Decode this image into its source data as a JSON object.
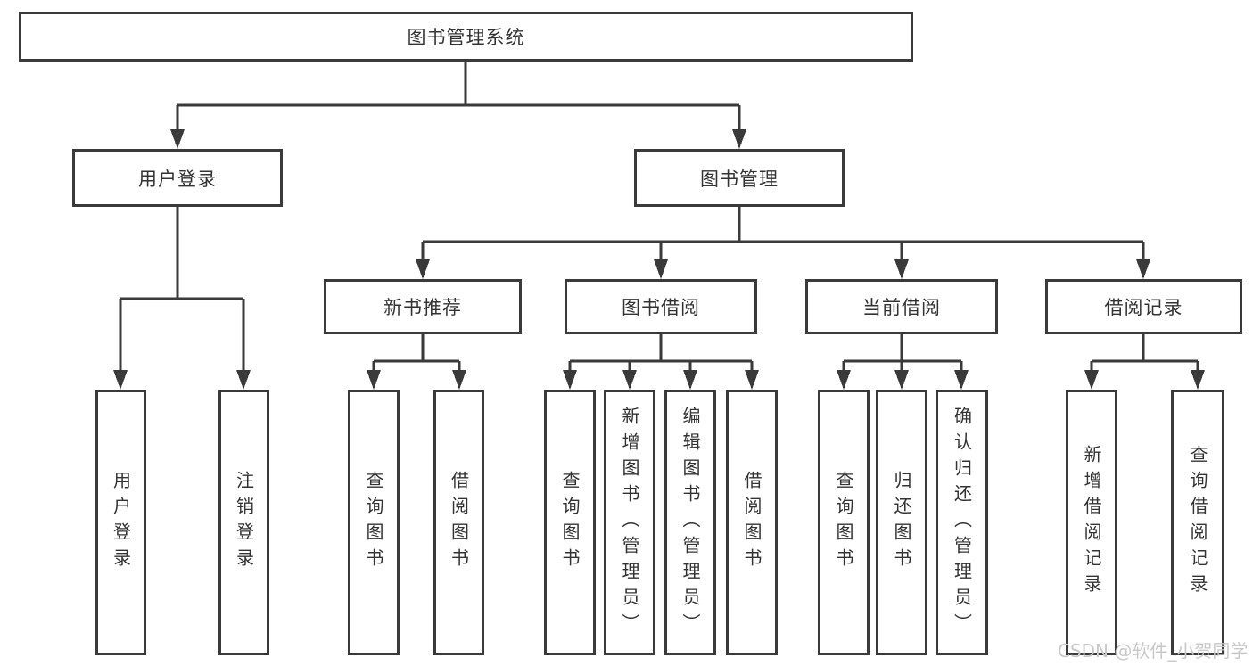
{
  "diagram_type": "function-structure-tree",
  "tree": {
    "root": {
      "label": "图书管理系统",
      "children": [
        {
          "label": "用户登录",
          "children": [
            {
              "label": "用户登录"
            },
            {
              "label": "注销登录"
            }
          ]
        },
        {
          "label": "图书管理",
          "children": [
            {
              "label": "新书推荐",
              "children": [
                {
                  "label": "查询图书"
                },
                {
                  "label": "借阅图书"
                }
              ]
            },
            {
              "label": "图书借阅",
              "children": [
                {
                  "label": "查询图书"
                },
                {
                  "label": "新增图书（管理员）"
                },
                {
                  "label": "编辑图书（管理员）"
                },
                {
                  "label": "借阅图书"
                }
              ]
            },
            {
              "label": "当前借阅",
              "children": [
                {
                  "label": "查询图书"
                },
                {
                  "label": "归还图书"
                },
                {
                  "label": "确认归还（管理员）"
                }
              ]
            },
            {
              "label": "借阅记录",
              "children": [
                {
                  "label": "新增借阅记录"
                },
                {
                  "label": "查询借阅记录"
                }
              ]
            }
          ]
        }
      ]
    }
  },
  "watermark": {
    "text": "CSDN @软件_小贺同学",
    "color": "#c8c8c8"
  },
  "colors": {
    "background": "#ffffff",
    "box_border": "#3a3a3a",
    "connector_line": "#3a3a3a",
    "text": "#333333"
  }
}
